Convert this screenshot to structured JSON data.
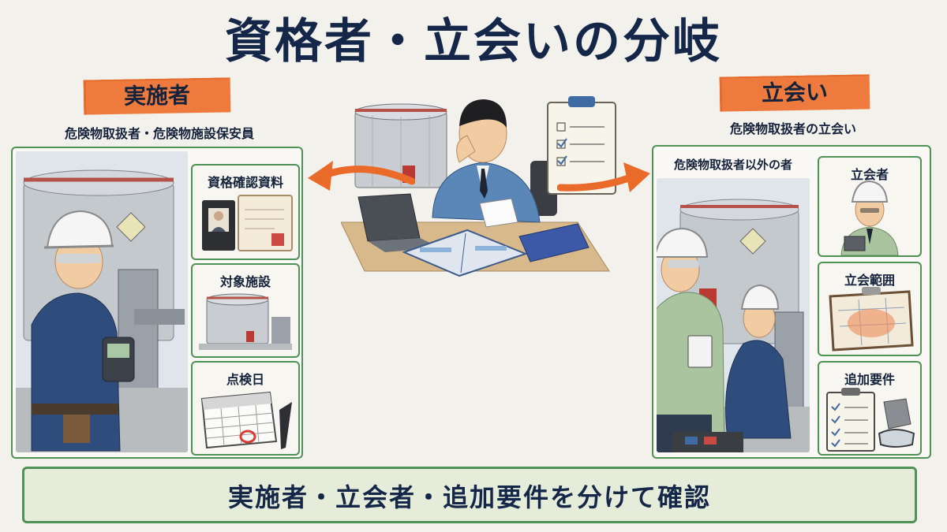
{
  "title": "資格者・立会いの分岐",
  "left": {
    "tag": "実施者",
    "subtitle": "危険物取扱者・危険物施設保安員",
    "cards": [
      {
        "label": "資格確認資料"
      },
      {
        "label": "対象施設"
      },
      {
        "label": "点検日"
      }
    ]
  },
  "right": {
    "tag": "立会い",
    "subtitle": "危険物取扱者の立会い",
    "scene_label": "危険物取扱者以外の者",
    "cards": [
      {
        "label": "立会者"
      },
      {
        "label": "立会範囲"
      },
      {
        "label": "追加要件"
      }
    ]
  },
  "banner": "実施者・立会者・追加要件を分けて確認",
  "colors": {
    "accent_orange": "#ee7a3d",
    "panel_green": "#4e9255",
    "title_navy": "#142748"
  }
}
